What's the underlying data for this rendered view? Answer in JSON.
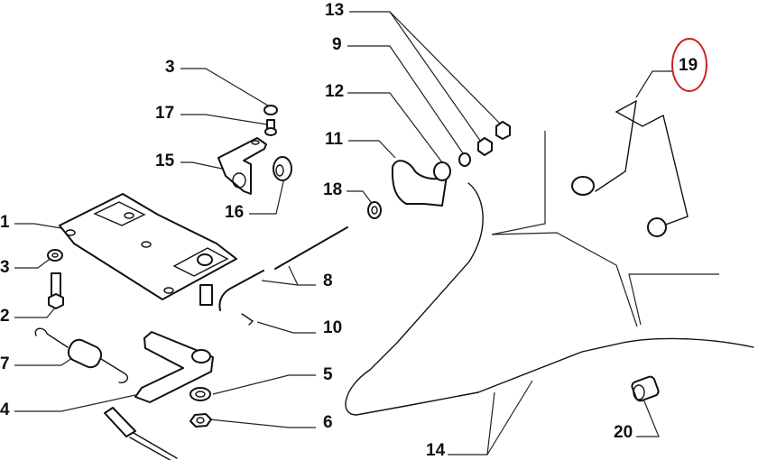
{
  "diagram": {
    "type": "exploded-parts-diagram",
    "highlight_color": "#cc2222",
    "highlighted_callout": "19",
    "callouts": [
      {
        "id": "c13",
        "label": "13"
      },
      {
        "id": "c9",
        "label": "9"
      },
      {
        "id": "c3a",
        "label": "3"
      },
      {
        "id": "c12",
        "label": "12"
      },
      {
        "id": "c17",
        "label": "17"
      },
      {
        "id": "c11",
        "label": "11"
      },
      {
        "id": "c15",
        "label": "15"
      },
      {
        "id": "c18",
        "label": "18"
      },
      {
        "id": "c16",
        "label": "16"
      },
      {
        "id": "c1",
        "label": "1"
      },
      {
        "id": "c3b",
        "label": "3"
      },
      {
        "id": "c8",
        "label": "8"
      },
      {
        "id": "c2",
        "label": "2"
      },
      {
        "id": "c10",
        "label": "10"
      },
      {
        "id": "c7",
        "label": "7"
      },
      {
        "id": "c5",
        "label": "5"
      },
      {
        "id": "c4",
        "label": "4"
      },
      {
        "id": "c6",
        "label": "6"
      },
      {
        "id": "c19",
        "label": "19"
      },
      {
        "id": "c20",
        "label": "20"
      },
      {
        "id": "c14",
        "label": "14"
      }
    ]
  }
}
